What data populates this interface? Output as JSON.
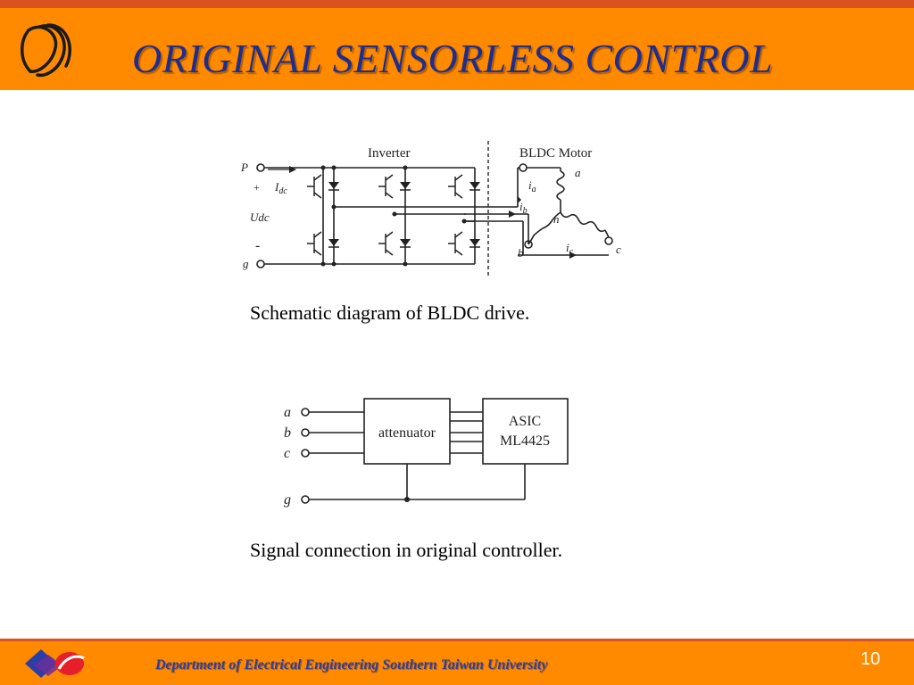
{
  "slide": {
    "title": "ORIGINAL SENSORLESS CONTROL",
    "page_number": "10",
    "footer_text": "Department of Electrical Engineering Southern Taiwan University",
    "colors": {
      "header": "#ff8a00",
      "stripe": "#d9531e",
      "title": "#1f2d8e",
      "footer_text": "#2b3ea8"
    }
  },
  "diagram1": {
    "caption": "Schematic diagram of BLDC drive.",
    "labels": {
      "inverter": "Inverter",
      "motor": "BLDC Motor",
      "p": "P",
      "plus": "+",
      "i_sym": "I",
      "dc_sub": "dc",
      "udc": "Udc",
      "minus": "-",
      "g": "g",
      "a": "a",
      "b": "b",
      "c": "c",
      "n": "n",
      "i": "i",
      "sub_a": "a",
      "sub_b": "b",
      "sub_c": "c"
    }
  },
  "diagram2": {
    "caption": "Signal connection in original controller.",
    "labels": {
      "a": "a",
      "b": "b",
      "c": "c",
      "g": "g",
      "attenuator": "attenuator",
      "asic_line1": "ASIC",
      "asic_line2": "ML4425"
    }
  }
}
